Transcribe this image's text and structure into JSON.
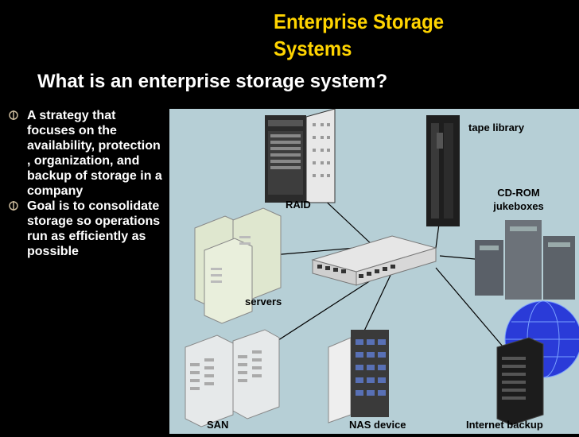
{
  "slide": {
    "title": "Enterprise Storage Systems",
    "subtitle": "What is an enterprise storage system?",
    "bullets": [
      "A strategy that focuses on the availability, protection , organization, and backup of storage in a company",
      "Goal is to consolidate storage so operations run as efficiently as possible"
    ]
  },
  "diagram": {
    "labels": {
      "tape_library": "tape library",
      "raid": "RAID",
      "cdrom": "CD-ROM jukeboxes",
      "servers": "servers",
      "san": "SAN",
      "nas": "NAS device",
      "internet_backup": "Internet backup"
    }
  },
  "colors": {
    "title": "#ffd400",
    "text": "#ffffff",
    "background": "#000000",
    "diagram_bg": "#b6cfd6"
  }
}
